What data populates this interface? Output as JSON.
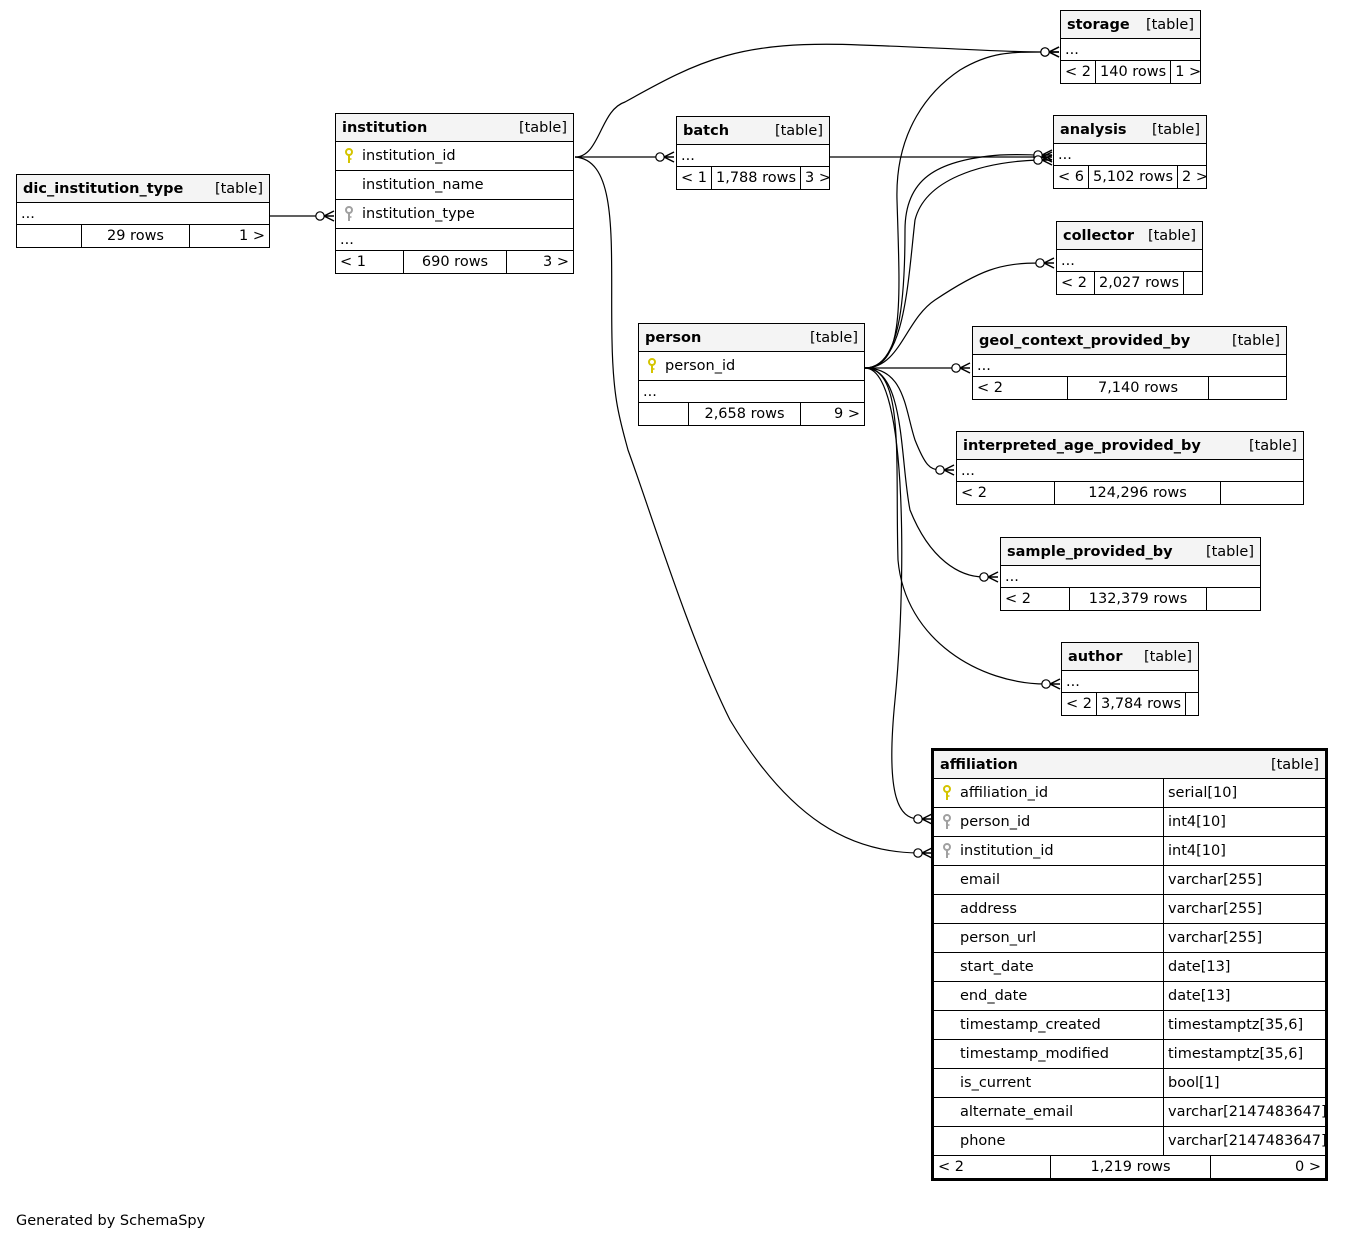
{
  "tables": [
    {
      "id": "dic_institution_type",
      "name": "dic_institution_type",
      "type": "[table]",
      "columns": [],
      "parents": "",
      "rows": "29 rows",
      "children": "1 >"
    },
    {
      "id": "institution",
      "name": "institution",
      "type": "[table]",
      "columns": [
        {
          "name": "institution_id",
          "key": "pk"
        },
        {
          "name": "institution_name",
          "key": ""
        },
        {
          "name": "institution_type",
          "key": "fk"
        }
      ],
      "parents": "< 1",
      "rows": "690 rows",
      "children": "3 >"
    },
    {
      "id": "batch",
      "name": "batch",
      "type": "[table]",
      "columns": [],
      "parents": "< 1",
      "rows": "1,788 rows",
      "children": "3 >"
    },
    {
      "id": "person",
      "name": "person",
      "type": "[table]",
      "columns": [
        {
          "name": "person_id",
          "key": "pk"
        }
      ],
      "parents": "",
      "rows": "2,658 rows",
      "children": "9 >"
    },
    {
      "id": "storage",
      "name": "storage",
      "type": "[table]",
      "columns": [],
      "parents": "< 2",
      "rows": "140 rows",
      "children": "1 >"
    },
    {
      "id": "analysis",
      "name": "analysis",
      "type": "[table]",
      "columns": [],
      "parents": "< 6",
      "rows": "5,102 rows",
      "children": "2 >"
    },
    {
      "id": "collector",
      "name": "collector",
      "type": "[table]",
      "columns": [],
      "parents": "< 2",
      "rows": "2,027 rows",
      "children": ""
    },
    {
      "id": "geol_context_provided_by",
      "name": "geol_context_provided_by",
      "type": "[table]",
      "columns": [],
      "parents": "< 2",
      "rows": "7,140 rows",
      "children": ""
    },
    {
      "id": "interpreted_age_provided_by",
      "name": "interpreted_age_provided_by",
      "type": "[table]",
      "columns": [],
      "parents": "< 2",
      "rows": "124,296 rows",
      "children": ""
    },
    {
      "id": "sample_provided_by",
      "name": "sample_provided_by",
      "type": "[table]",
      "columns": [],
      "parents": "< 2",
      "rows": "132,379 rows",
      "children": ""
    },
    {
      "id": "author",
      "name": "author",
      "type": "[table]",
      "columns": [],
      "parents": "< 2",
      "rows": "3,784 rows",
      "children": ""
    },
    {
      "id": "affiliation",
      "name": "affiliation",
      "type": "[table]",
      "focus": true,
      "columns": [
        {
          "name": "affiliation_id",
          "key": "pk",
          "type": "serial[10]"
        },
        {
          "name": "person_id",
          "key": "fk",
          "type": "int4[10]"
        },
        {
          "name": "institution_id",
          "key": "fk",
          "type": "int4[10]"
        },
        {
          "name": "email",
          "key": "",
          "type": "varchar[255]"
        },
        {
          "name": "address",
          "key": "",
          "type": "varchar[255]"
        },
        {
          "name": "person_url",
          "key": "",
          "type": "varchar[255]"
        },
        {
          "name": "start_date",
          "key": "",
          "type": "date[13]"
        },
        {
          "name": "end_date",
          "key": "",
          "type": "date[13]"
        },
        {
          "name": "timestamp_created",
          "key": "",
          "type": "timestamptz[35,6]"
        },
        {
          "name": "timestamp_modified",
          "key": "",
          "type": "timestamptz[35,6]"
        },
        {
          "name": "is_current",
          "key": "",
          "type": "bool[1]"
        },
        {
          "name": "alternate_email",
          "key": "",
          "type": "varchar[2147483647]"
        },
        {
          "name": "phone",
          "key": "",
          "type": "varchar[2147483647]"
        }
      ],
      "parents": "< 2",
      "rows": "1,219 rows",
      "children": "0 >"
    }
  ],
  "ellipsis": "...",
  "footer": "Generated by SchemaSpy",
  "colors": {
    "pk_key": "#d4c400",
    "fk_key": "#a0a0a0",
    "header_bg": "#f4f4f4",
    "line": "#000000"
  }
}
